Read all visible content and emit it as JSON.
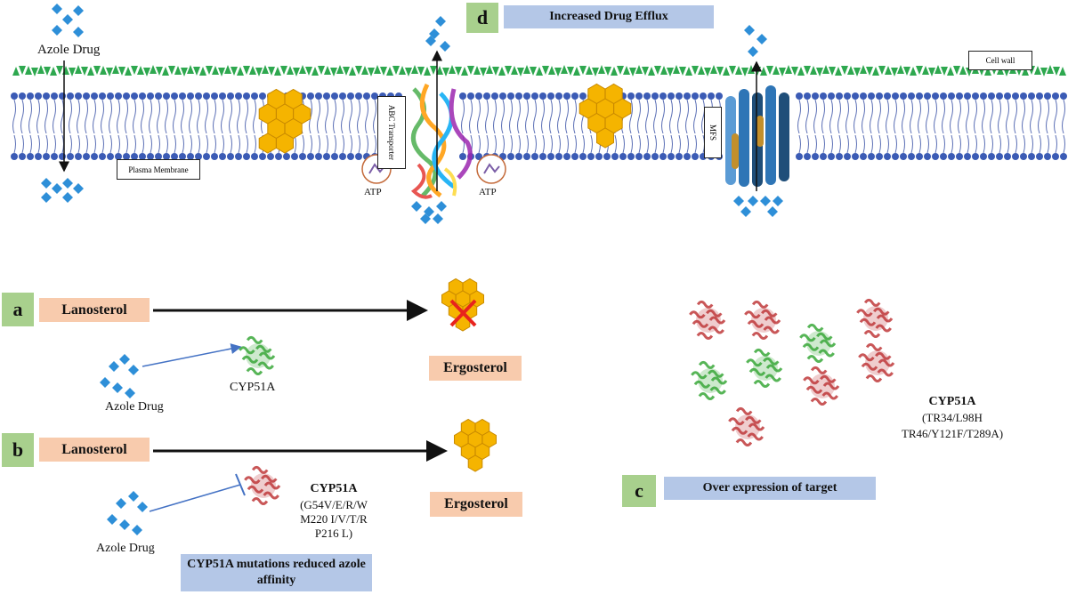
{
  "panels": {
    "d": {
      "letter": "d",
      "title": "Increased Drug Efflux"
    },
    "a": {
      "letter": "a"
    },
    "b": {
      "letter": "b"
    },
    "c": {
      "letter": "c",
      "title": "Over expression of target"
    }
  },
  "membrane": {
    "azole_drug": "Azole Drug",
    "cell_wall": "Cell wall",
    "plasma_membrane": "Plasma Membrane",
    "abc_transporter": "ABC Transporter",
    "atp_left": "ATP",
    "atp_right": "ATP",
    "mfs": "MFS"
  },
  "pathway_a": {
    "substrate": "Lanosterol",
    "product": "Ergosterol",
    "enzyme": "CYP51A",
    "drug": "Azole Drug"
  },
  "pathway_b": {
    "substrate": "Lanosterol",
    "product": "Ergosterol",
    "enzyme": "CYP51A",
    "mutation_line1": "(G54V/E/R/W",
    "mutation_line2": "M220 I/V/T/R",
    "mutation_line3": "P216 L)",
    "drug": "Azole Drug",
    "note": "CYP51A mutations reduced azole affinity"
  },
  "panel_c": {
    "enzyme": "CYP51A",
    "mutation_line1": "(TR34/L98H",
    "mutation_line2": "TR46/Y121F/T289A)"
  },
  "colors": {
    "drug": "#2e8fd8",
    "lipid_head": "#3b5bb5",
    "cell_wall": "#2ea84f",
    "ergosterol": "#f5b400",
    "panel_green": "#a8d08d",
    "panel_blue": "#b4c7e7",
    "panel_peach": "#f8cbad",
    "enzyme_green": "#3aa83a",
    "enzyme_red": "#c0393b",
    "cross": "#e8231d"
  }
}
